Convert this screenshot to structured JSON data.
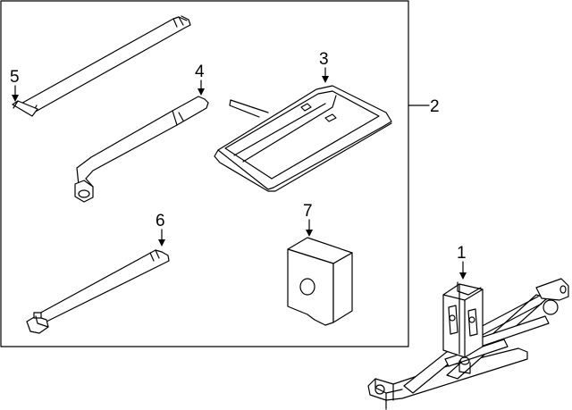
{
  "callouts": {
    "jack": "1",
    "tool_kit_bracket": "2",
    "tool_bag": "3",
    "lug_wrench": "4",
    "jack_handle": "5",
    "extension_bar": "6",
    "storage_block": "7"
  }
}
